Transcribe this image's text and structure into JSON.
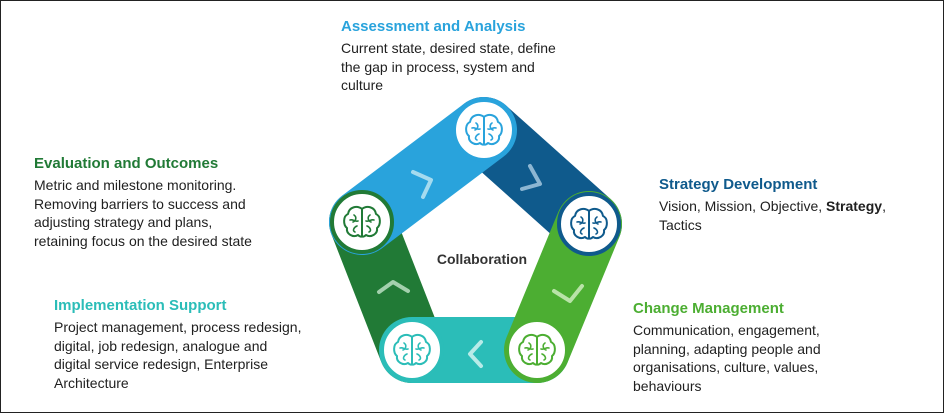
{
  "center_label": "Collaboration",
  "colors": {
    "assessment": "#29a3dc",
    "strategy": "#0f5a8c",
    "change": "#4cae32",
    "implementation": "#2bbdb8",
    "evaluation": "#217a36"
  },
  "icons": [
    "brain-icon",
    "brain-icon",
    "brain-icon",
    "brain-icon",
    "brain-icon"
  ],
  "stages": {
    "assessment": {
      "title": "Assessment and Analysis",
      "line1": "Current state, desired state, define",
      "line2": "the gap in process, system and",
      "line3": "culture"
    },
    "strategy": {
      "title": "Strategy Development",
      "line1_pre": "Vision, Mission, Objective,",
      "line1_bold": "Strategy",
      "line1_post": ",",
      "line2": "Tactics"
    },
    "change": {
      "title": "Change Management",
      "line1": "Communication, engagement,",
      "line2": "planning, adapting people and",
      "line3": "organisations, culture, values,",
      "line4": "behaviours"
    },
    "implementation": {
      "title": "Implementation Support",
      "line1": "Project management, process redesign,",
      "line2": "digital, job redesign, analogue and",
      "line3": "digital service redesign, Enterprise",
      "line4": "Architecture"
    },
    "evaluation": {
      "title": "Evaluation and Outcomes",
      "line1": "Metric and milestone monitoring.",
      "line2": "Removing barriers to success and",
      "line3": "adjusting strategy and plans,",
      "line4": "retaining focus on the desired state"
    }
  }
}
